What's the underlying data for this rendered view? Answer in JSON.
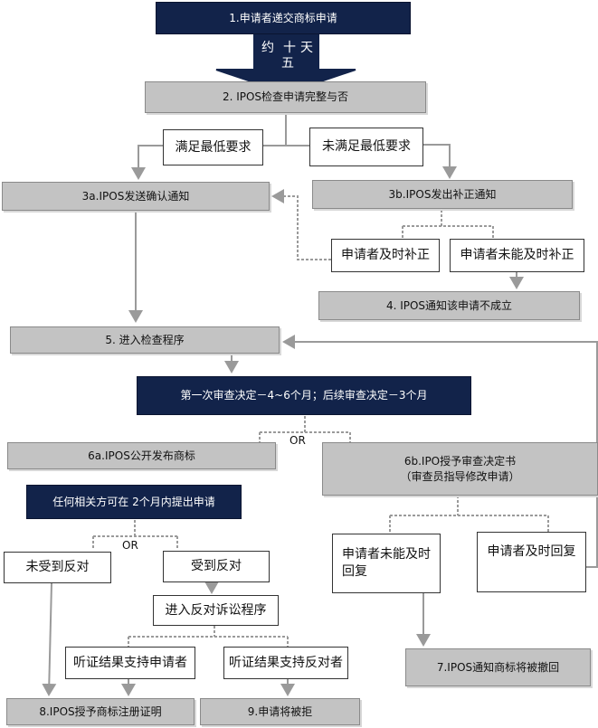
{
  "nodes": {
    "n1": "1.申请者递交商标申请",
    "arrow_days_1": "约",
    "arrow_days_2": "十",
    "arrow_days_3": "天",
    "arrow_days_4": "五",
    "n2": "2. IPOS检查申请完整与否",
    "meet_min": "满足最低要求",
    "not_meet_min": "未满足最低要求",
    "n3a": "3a.IPOS发送确认通知",
    "n3b": "3b.IPOS发出补正通知",
    "timely_fix": "申请者及时补正",
    "not_timely_fix": "申请者未能及时补正",
    "n4": "4. IPOS通知该申请不成立",
    "n5": "5. 进入检查程序",
    "exam_banner": "第一次审查决定－4~6个月；后续审查决定－3个月",
    "or1": "OR",
    "n6a": "6a.IPOS公开发布商标",
    "n6b_line1": "6b.IPO授予审查决定书",
    "n6b_line2": "（审查员指导修改申请）",
    "opposition_banner": "任何相关方可在 2个月内提出申请",
    "or2": "OR",
    "no_opposition": "未受到反对",
    "opposed": "受到反对",
    "litigation": "进入反对诉讼程序",
    "hearing_applicant": "听证结果支持申请者",
    "hearing_opponent": "听证结果支持反对者",
    "not_timely_reply_1": "申请者未能及时",
    "not_timely_reply_2": "回复",
    "timely_reply": "申请者及时回复",
    "n7": "7.IPOS通知商标将被撤回",
    "n8": "8.IPOS授予商标注册证明",
    "n9": "9.申请将被拒"
  },
  "colors": {
    "navy": "#12234a",
    "gray_box": "#c3c3c3",
    "connector": "#9a9a9a"
  }
}
